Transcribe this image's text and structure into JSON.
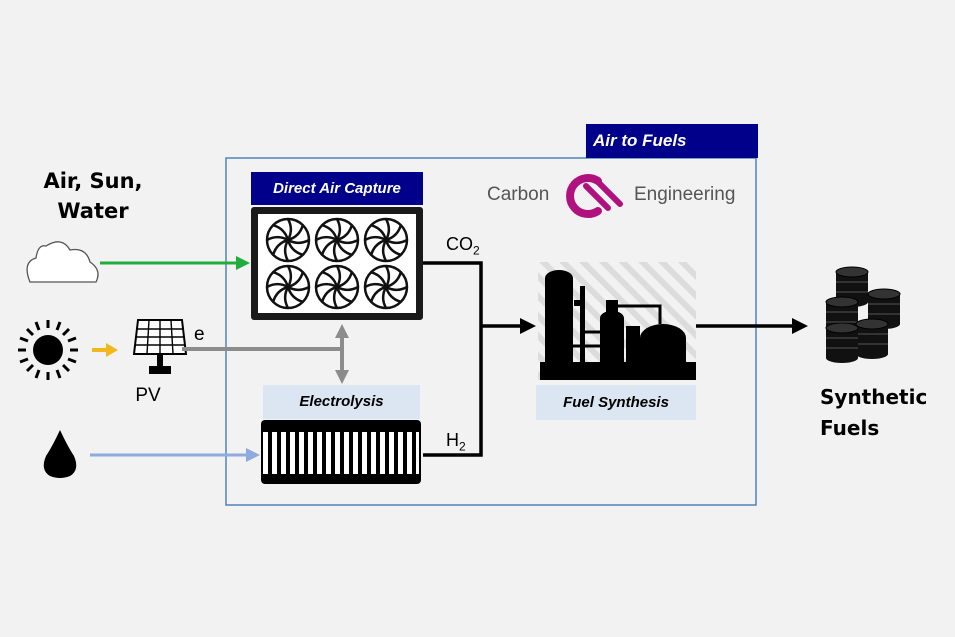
{
  "inputs_label": "Air, Sun,\nWater",
  "output_label": "Synthetic\nFuels",
  "pv_label": "PV",
  "electricity_label": "e",
  "co2": {
    "main": "CO",
    "sub": "2"
  },
  "h2": {
    "main": "H",
    "sub": "2"
  },
  "system_title": "Air to Fuels",
  "dac_title": "Direct Air Capture",
  "electrolysis_title": "Electrolysis",
  "fuel_synthesis_title": "Fuel Synthesis",
  "logo": {
    "left_text": "Carbon",
    "right_text": "Engineering",
    "mark_color": "#b0117f"
  },
  "colors": {
    "air_flow": "#1fae3c",
    "sun_flow": "#f2b81b",
    "water_flow": "#8faadc",
    "power_flow": "#8c8c8c",
    "process_flow": "#000000",
    "frame": "#4f81bd",
    "title_bg": "#00008b",
    "label_bg": "#dce6f2"
  },
  "icons": [
    "cloud-icon",
    "sun-icon",
    "solar-panel-icon",
    "water-drop-icon",
    "dac-fan-array-icon",
    "electrolyzer-icon",
    "fuel-plant-icon",
    "oil-barrels-icon"
  ]
}
